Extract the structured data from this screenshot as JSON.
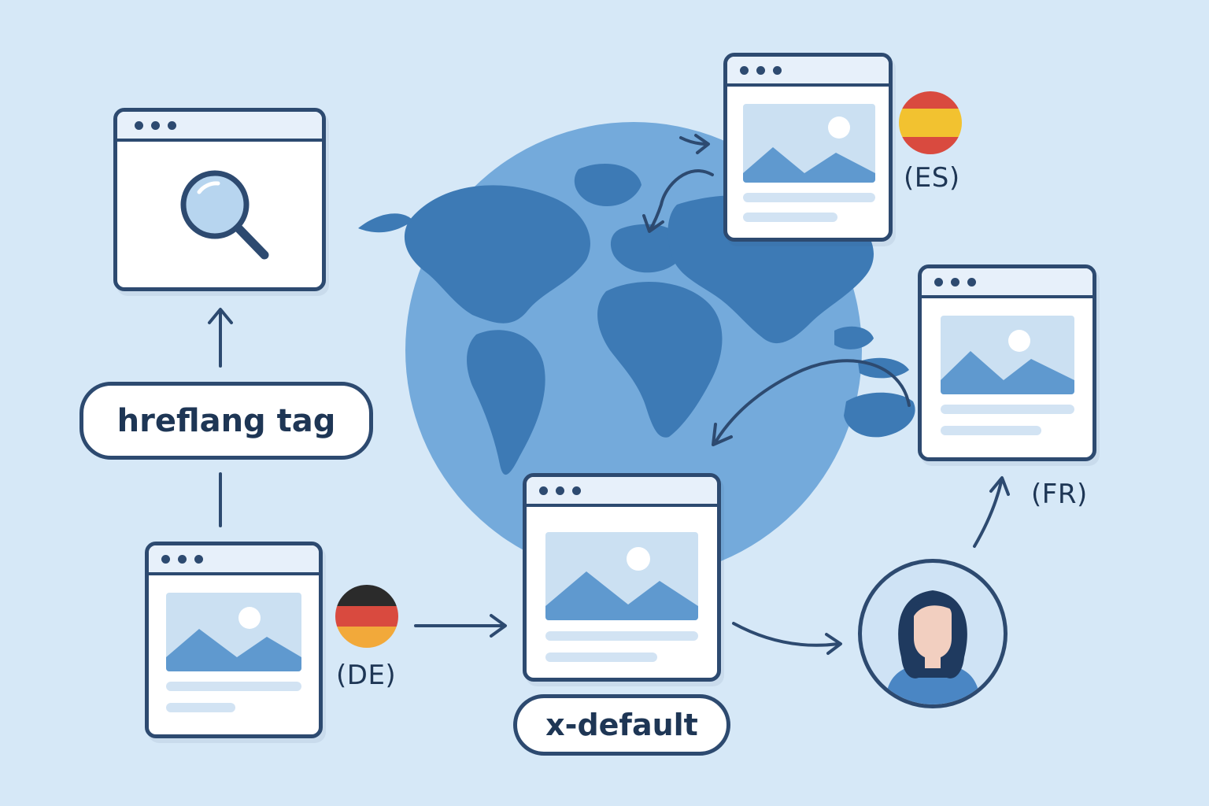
{
  "labels": {
    "hreflang_tag": "hreflang tag",
    "x_default": "x-default",
    "es": "(ES)",
    "fr": "(FR)",
    "de": "(DE)"
  },
  "colors": {
    "background": "#d6e8f7",
    "outline": "#2d4a70",
    "globe": "#74aadb",
    "continents": "#3d7ab5",
    "image_fill": "#cbe0f2",
    "mountain": "#5f99cf"
  },
  "icons": {
    "search_window": "magnifier-icon",
    "user": "user-avatar-icon",
    "flag_es": "spain-flag-icon",
    "flag_de": "germany-flag-icon"
  }
}
